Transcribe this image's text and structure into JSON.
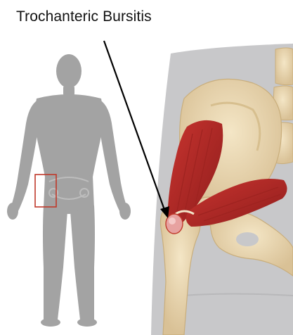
{
  "diagram": {
    "title": "Trochanteric Bursitis",
    "colors": {
      "silhouette": "#a3a3a3",
      "zoom_panel": "#c8c8ca",
      "bone": "#ebd9b2",
      "bone_shadow": "#d7bf8f",
      "muscle": "#b72a28",
      "muscle_dark": "#8f1d1c",
      "bursa": "#e7a2a0",
      "highlight_box": "#c0392b",
      "arrow": "#000000"
    },
    "icons": [
      "human-body-silhouette",
      "hip-anatomy-illustration",
      "pointer-arrow"
    ]
  }
}
